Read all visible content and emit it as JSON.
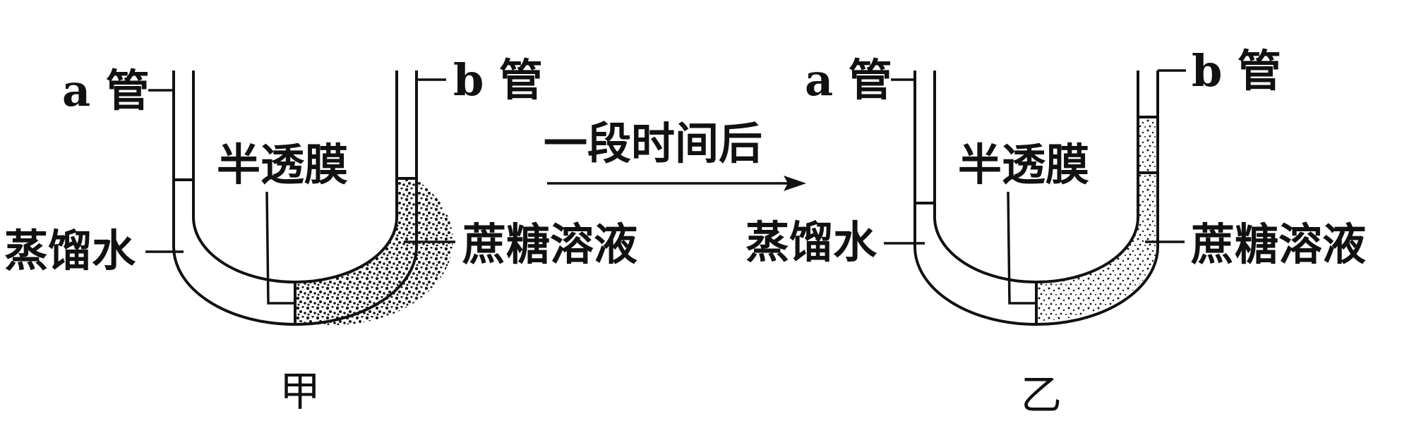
{
  "labels": {
    "tube_a": "a 管",
    "tube_b": "b 管",
    "membrane": "半透膜",
    "distilled_water": "蒸馏水",
    "sucrose_solution": "蔗糖溶液",
    "after_time": "一段时间后",
    "caption_left": "甲",
    "caption_right": "乙"
  },
  "colors": {
    "ink": "#111111",
    "background": "#ffffff"
  }
}
